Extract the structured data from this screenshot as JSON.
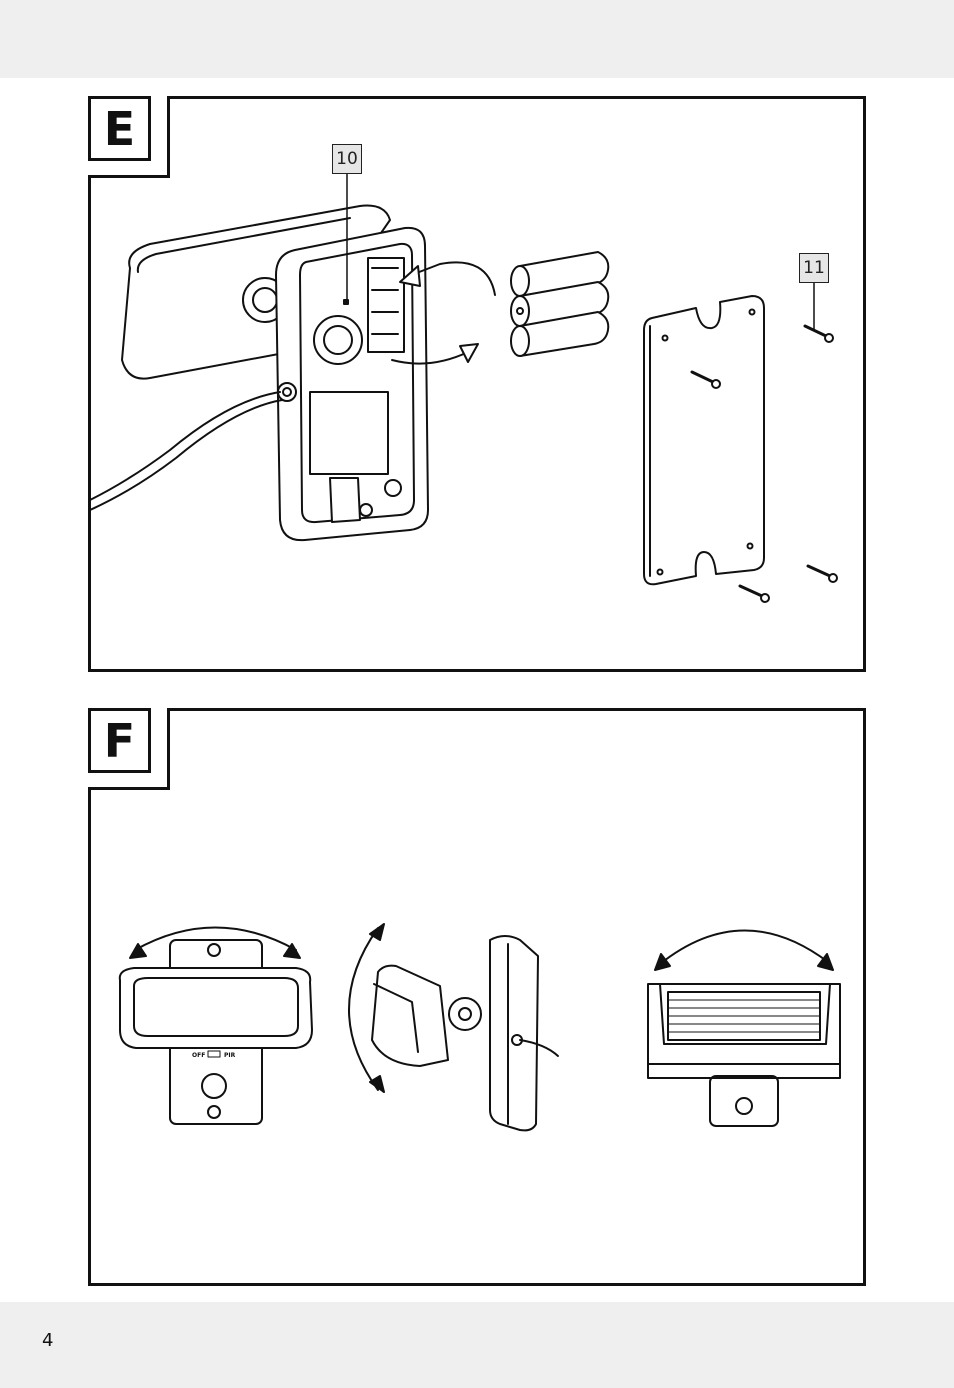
{
  "panels": [
    {
      "label": "E"
    },
    {
      "label": "F"
    }
  ],
  "callouts": [
    "10",
    "11"
  ],
  "switch_labels": {
    "off": "OFF",
    "pir": "PIR"
  },
  "page_number": "4"
}
